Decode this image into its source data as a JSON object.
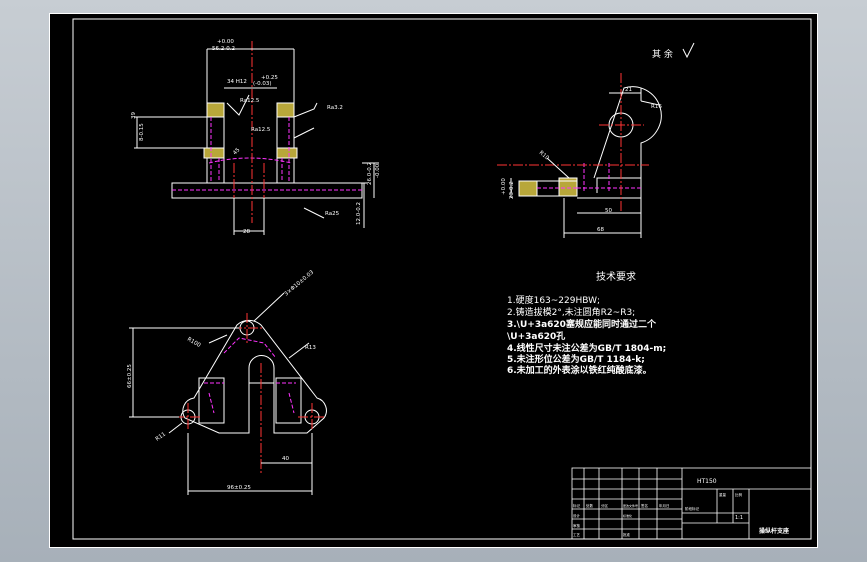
{
  "drawing": {
    "roughness_note": "其 余",
    "tech_title": "技术要求",
    "tech_lines": [
      "1.硬度163~229HBW;",
      "2.铸造拔模2°,未注圆角R2~R3;",
      "3.\\U+3a620塞规应能同时通过二个",
      "\\U+3a620孔",
      "4.线性尺寸未注公差为GB/T 1804-m;",
      "5.未注形位公差为GB/T 1184-k;",
      "6.未加工的外表涂以铁红纯酸底漆。"
    ],
    "front_view": {
      "dim_top_tol": "+0.00",
      "dim_top": "56.2-0.2",
      "dim_slot_tol": "+0.25",
      "dim_slot_tol2": "(-0.03)",
      "dim_slot": "34 H12",
      "rough_1": "Ra12.5",
      "rough_2": "Ra12.5",
      "rough_3": "Ra3.2",
      "rough_4": "Ra25",
      "dim_side": "39",
      "dim_side_tol": "-0.00",
      "dim_bottom": "28",
      "dim_right_1": "26.0-0.2",
      "dim_right_2": "-0.00",
      "dim_right_3": "12.0-0.2",
      "dim_left": "8-0.15",
      "angle": "45"
    },
    "side_view": {
      "dim_top": "21",
      "dim_radius": "R16",
      "dim_r_small": "R10",
      "dim_left": "+0.00",
      "dim_left_2": "23-0.2",
      "dim_mid": "50",
      "dim_bottom": "68"
    },
    "plan_view": {
      "hole_callout": "3×Φ10±0.03",
      "dim_r_outer": "R100",
      "dim_h": "66±0.25",
      "dim_r_hole": "R13",
      "dim_r_small": "R11",
      "dim_slot": "40",
      "dim_width": "96±0.25"
    },
    "title_block": {
      "material": "HT150",
      "part_name": "操纵杆支座",
      "scale": "1:1",
      "small_cells": [
        "标记",
        "处数",
        "分区",
        "更改文件号",
        "签名",
        "年月日",
        "设计",
        "标准化",
        "阶段标记",
        "重量",
        "比例",
        "审核",
        "工艺",
        "批准"
      ]
    }
  },
  "colors": {
    "line": "#ffffff",
    "hidden": "#ff33ff",
    "center": "#ff3333",
    "hatch": "#b8a73a",
    "sheet": "#000000"
  }
}
